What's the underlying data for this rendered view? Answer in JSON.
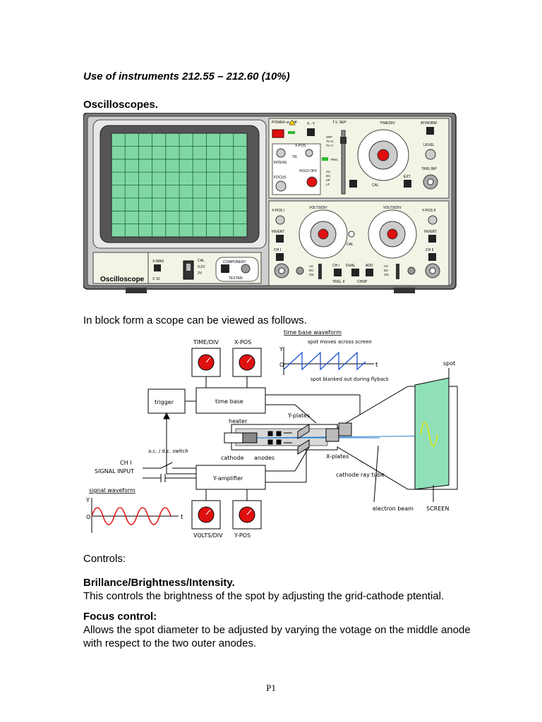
{
  "title": "Use of instruments 212.55 – 212.60 (10%)",
  "section_heading": "Oscilloscopes.",
  "intro_text": "In block form a scope can be viewed as follows.",
  "controls_label": "Controls:",
  "controls": [
    {
      "heading": "Brillance/Brightness/Intensity.",
      "text": "This controls the brightness of the spot by adjusting the grid-cathode ptential."
    },
    {
      "heading": "Focus control:",
      "text": "Allows the spot diameter to be adjusted by varying the votage on the middle anode with respect to the two outer anodes."
    }
  ],
  "page_number": "P1",
  "scope_panel": {
    "brand": "Oscilloscope",
    "power": "POWER on / off",
    "xy": "X - Y",
    "tv_sep": "T.V. SEP",
    "tv_modes": [
      "OFF",
      "TV H",
      "TV V"
    ],
    "time_div": "TIME/DIV",
    "at_norm": "AT/NORM",
    "level": "LEVEL",
    "trig_inp": "TRIG INP",
    "x_pos": "X-POS",
    "tr": "TR",
    "intens": "INTENS",
    "focus": "FOCUS",
    "hold_off": "HOLD OFF",
    "trig": "TRIG",
    "coupling": [
      "AC",
      "DC",
      "HF",
      "LF"
    ],
    "cal": "CAL",
    "ext": "EXT",
    "x_mag": "X-MAG",
    "x10": "X 10",
    "cal_volt": [
      "CAL",
      "0.2V",
      "2V"
    ],
    "component": "COMPONENT",
    "tester": "TESTER",
    "y_pos_1": "Y-POS I",
    "y_pos_2": "Y-POS II",
    "volts_div": "VOLTS/DIV",
    "invert": "INVERT",
    "ch1": "CH I",
    "ch2": "CH II",
    "dual": "DUAL",
    "add": "ADD",
    "chop": "CHOP",
    "trig_ii": "TRIG. II",
    "input_modes": [
      "AC",
      "DC",
      "GD"
    ]
  },
  "block_diagram": {
    "time_div": "TIME/DIV",
    "x_pos": "X-POS",
    "trigger": "trigger",
    "time_base": "time base",
    "heater": "heater",
    "cathode": "cathode",
    "anodes": "anodes",
    "y_plates": "Y-plates",
    "x_plates": "X-plates",
    "crt": "cathode ray tube",
    "electron_beam": "electron beam",
    "screen": "SCREEN",
    "spot": "spot",
    "ac_dc_switch": "a.c. / d.c. switch",
    "ch1": "CH I",
    "signal_input": "SIGNAL INPUT",
    "y_amplifier": "Y-amplifier",
    "volts_div": "VOLTS/DIV",
    "y_pos": "Y-POS",
    "signal_waveform": "signal waveform",
    "time_base_waveform": "time base waveform",
    "spot_moves": "spot moves across screen",
    "spot_blanked": "spot blanked out during flyback",
    "axis_y": "Y",
    "axis_t": "t",
    "axis_o": "O"
  }
}
